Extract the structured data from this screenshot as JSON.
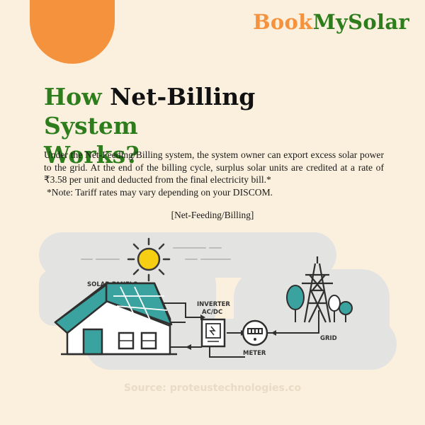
{
  "brand": {
    "part1": "Book",
    "part2": "MySolar"
  },
  "headline": {
    "w1": "How ",
    "w2": "Net-Billing",
    "w3": " System",
    "w4": "Works?"
  },
  "body": {
    "paragraph": "Under the Net-Feeding/Billing system, the system owner can export excess solar power to the grid. At the end of the billing cycle, surplus solar units are credited at a rate of ₹3.58 per unit and deducted from the final electricity bill.*",
    "note": "*Note: Tariff rates may vary depending on your DISCOM."
  },
  "diagram": {
    "caption": "[Net-Feeding/Billing]",
    "labels": {
      "solar_panels": "SOLAR PANELS",
      "inverter1": "INVERTER",
      "inverter2": "AC/DC",
      "meter": "METER",
      "grid": "GRID"
    }
  },
  "source": "Source: proteustechnologies.co",
  "colors": {
    "orange": "#f5923e",
    "green": "#2e7d1c",
    "teal": "#3aa3a0",
    "background": "#fbf0dd"
  }
}
